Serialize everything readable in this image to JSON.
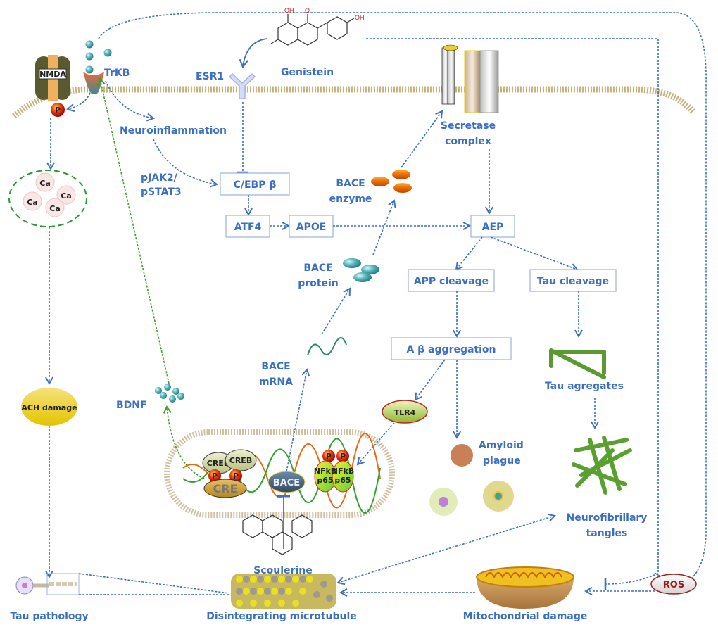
{
  "labels": {
    "nmda": "NMDA",
    "trkb": "TrKB",
    "esr1": "ESR1",
    "genistein": "Genistein",
    "neuroinflammation": "Neuroinflammation",
    "pjak2": "pJAK2/",
    "pstat3": "pSTAT3",
    "cebp": "C/EBP β",
    "atf4": "ATF4",
    "apoe": "APOE",
    "aep": "AEP",
    "secretase_1": "Secretase",
    "secretase_2": "complex",
    "bace_enzyme_1": "BACE",
    "bace_enzyme_2": "enzyme",
    "bace_protein_1": "BACE",
    "bace_protein_2": "protein",
    "bace_mrna_1": "BACE",
    "bace_mrna_2": "mRNA",
    "app_cleavage": "APP cleavage",
    "tau_cleavage": "Tau cleavage",
    "abeta_aggregation": "A β  aggregation",
    "tau_aggregates": "Tau agregates",
    "tlr4": "TLR4",
    "amyloid_1": "Amyloid",
    "amyloid_2": "plague",
    "neurofibrillary_1": "Neurofibrillary",
    "neurofibrillary_2": "tangles",
    "bdnf": "BDNF",
    "ach_damage": "ACH damage",
    "ca": "Ca",
    "creb": "CREB",
    "cre": "CRE",
    "p": "P",
    "bace_gene": "BACE",
    "nfkb": "NFkB",
    "p65": "p65",
    "scoulerine": "Scoulerine",
    "ros": "ROS",
    "tau_pathology": "Tau pathology",
    "microtubule": "Disintegrating microtubule",
    "mito_damage": "Mitochondrial damage",
    "oh": "OH",
    "o": "O"
  },
  "colors": {
    "text": "#3a6fc4",
    "arrow": "#3a6fc4",
    "green_arrow": "#3aa020",
    "phospho": "#e02010"
  }
}
